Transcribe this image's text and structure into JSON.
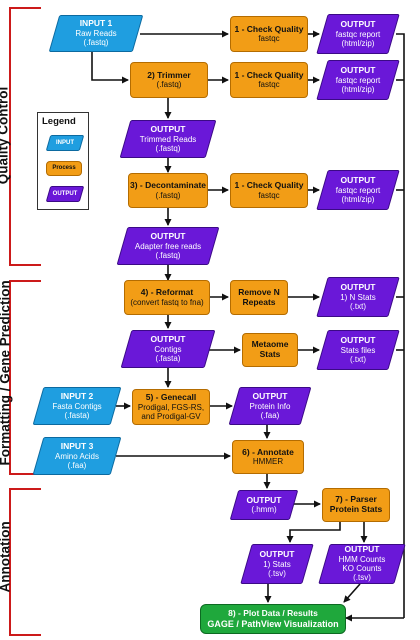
{
  "sections": {
    "quality_control": "Quality Control",
    "formatting": "Formatting / Gene Prediction",
    "annotation": "Annotation"
  },
  "legend": {
    "title": "Legend",
    "input": "INPUT",
    "process": "Process",
    "output": "OUTPUT"
  },
  "nodes": {
    "input1": {
      "title": "INPUT 1",
      "sub1": "Raw Reads",
      "sub2": "(.fastq)"
    },
    "check1": {
      "title": "1 - Check Quality",
      "sub1": "fastqc"
    },
    "out_fastqc1": {
      "title": "OUTPUT",
      "sub1": "fastqc report",
      "sub2": "(html/zip)"
    },
    "trimmer": {
      "title": "2) Trimmer",
      "sub1": "(.fastq)"
    },
    "check2": {
      "title": "1 - Check Quality",
      "sub1": "fastqc"
    },
    "out_fastqc2": {
      "title": "OUTPUT",
      "sub1": "fastqc report",
      "sub2": "(html/zip)"
    },
    "out_trimmed": {
      "title": "OUTPUT",
      "sub1": "Trimmed Reads",
      "sub2": "(.fastq)"
    },
    "decontaminate": {
      "title": "3) - Decontaminate",
      "sub1": "(.fastq)"
    },
    "check3": {
      "title": "1 - Check Quality",
      "sub1": "fastqc"
    },
    "out_fastqc3": {
      "title": "OUTPUT",
      "sub1": "fastqc report",
      "sub2": "(html/zip)"
    },
    "out_adapter": {
      "title": "OUTPUT",
      "sub1": "Adapter free reads",
      "sub2": "(.fastq)"
    },
    "reformat": {
      "title": "4) - Reformat",
      "sub1": "(convert fastq to fna)"
    },
    "remove_n": {
      "title": "Remove N",
      "sub1": "Repeats"
    },
    "out_nstats": {
      "title": "OUTPUT",
      "sub1": "1) N Stats",
      "sub2": "(.txt)"
    },
    "out_contigs": {
      "title": "OUTPUT",
      "sub1": "Contigs",
      "sub2": "(.fasta)"
    },
    "metaome": {
      "title": "Metaome",
      "sub1": "Stats"
    },
    "out_statsfiles": {
      "title": "OUTPUT",
      "sub1": "Stats files",
      "sub2": "(.txt)"
    },
    "input2": {
      "title": "INPUT 2",
      "sub1": "Fasta Contigs",
      "sub2": "(.fasta)"
    },
    "genecall": {
      "title": "5) - Genecall",
      "sub1": "Prodigal, FGS-RS,",
      "sub2": "and Prodigal-GV"
    },
    "out_protein": {
      "title": "OUTPUT",
      "sub1": "Protein Info",
      "sub2": "(.faa)"
    },
    "input3": {
      "title": "INPUT 3",
      "sub1": "Amino Acids",
      "sub2": "(.faa)"
    },
    "annotate": {
      "title": "6) - Annotate",
      "sub1": "HMMER"
    },
    "out_hmm": {
      "title": "OUTPUT",
      "sub1": "(.hmm)"
    },
    "parser": {
      "title": "7) - Parser",
      "sub1": "Protein Stats"
    },
    "out_stats": {
      "title": "OUTPUT",
      "sub1": "1) Stats",
      "sub2": "(.tsv)"
    },
    "out_counts": {
      "title": "OUTPUT",
      "sub1": "HMM Counts",
      "sub2": "KO Counts",
      "sub3": "(.tsv)"
    },
    "final": {
      "title": "8) - Plot Data / Results",
      "sub1": "GAGE / PathView Visualization"
    }
  },
  "colors": {
    "process": "#f29d16",
    "output": "#6a18d8",
    "input": "#1f9ee0",
    "final": "#1fa83c",
    "section_bracket": "#cc1a1a"
  }
}
